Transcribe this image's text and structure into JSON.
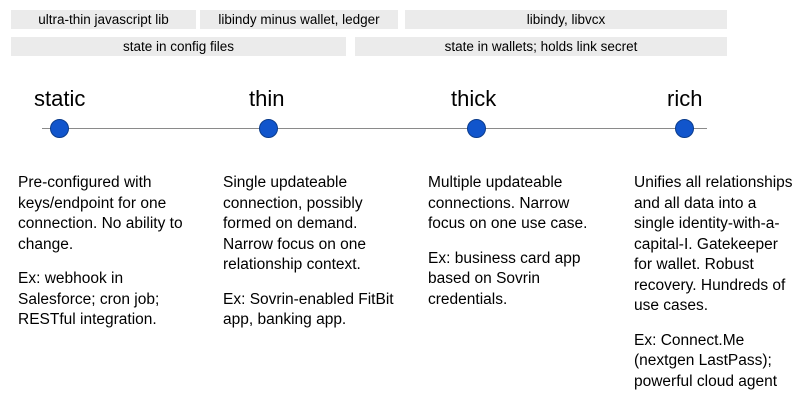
{
  "top_bars": {
    "row1": [
      {
        "label": "ultra-thin javascript lib"
      },
      {
        "label": "libindy minus wallet, ledger"
      },
      {
        "label": "libindy, libvcx"
      }
    ],
    "row2": [
      {
        "label": "state in config files"
      },
      {
        "label": "state in wallets; holds link secret"
      }
    ]
  },
  "stages": [
    {
      "name": "static",
      "description": "Pre-configured with keys/endpoint for one connection. No ability to change.",
      "example": "Ex: webhook in Salesforce; cron job; RESTful integration."
    },
    {
      "name": "thin",
      "description": "Single updateable connection, possibly formed on demand. Narrow focus on one relationship context.",
      "example": "Ex: Sovrin-enabled FitBit app, banking app."
    },
    {
      "name": "thick",
      "description": "Multiple updateable connections. Narrow focus on one use case.",
      "example": "Ex: business card app based on Sovrin credentials."
    },
    {
      "name": "rich",
      "description": "Unifies all relationships and all data into a single identity-with-a-capital-I. Gatekeeper for wallet. Robust recovery. Hundreds of use cases.",
      "example": "Ex: Connect.Me (nextgen LastPass); powerful cloud agent"
    }
  ],
  "colors": {
    "bar_fill": "#ebebeb",
    "dot_fill": "#1155cc",
    "axis": "#8a8a8a"
  }
}
